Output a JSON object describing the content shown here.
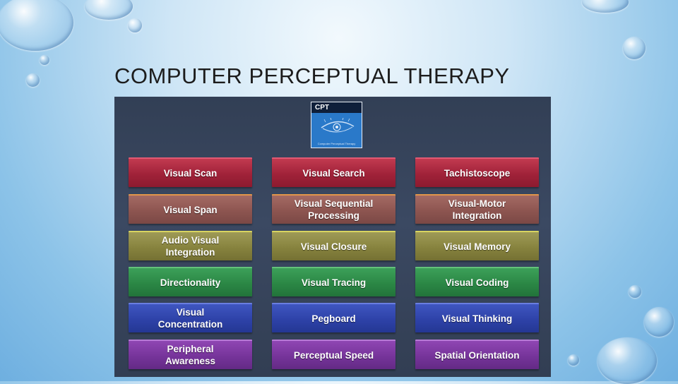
{
  "slide": {
    "title": "COMPUTER PERCEPTUAL THERAPY"
  },
  "logo": {
    "acronym": "CPT",
    "subtitle": "Computer Perceptual Therapy",
    "colors": {
      "panel": "#2a79c9",
      "bar": "#0f1f3a"
    }
  },
  "grid": {
    "rows": [
      {
        "color": "#a02239",
        "cells": [
          "Visual Scan",
          "Visual Search",
          "Tachistoscope"
        ]
      },
      {
        "color": "#8d5550",
        "cells": [
          "Visual Span",
          "Visual Sequential\nProcessing",
          "Visual-Motor\nIntegration"
        ]
      },
      {
        "color": "#87833e",
        "cells": [
          "Audio Visual\nIntegration",
          "Visual Closure",
          "Visual Memory"
        ]
      },
      {
        "color": "#2b8745",
        "cells": [
          "Directionality",
          "Visual Tracing",
          "Visual Coding"
        ]
      },
      {
        "color": "#2e42a8",
        "cells": [
          "Visual\nConcentration",
          "Pegboard",
          "Visual Thinking"
        ]
      },
      {
        "color": "#76349a",
        "cells": [
          "Peripheral\nAwareness",
          "Perceptual Speed",
          "Spatial Orientation"
        ]
      }
    ]
  }
}
